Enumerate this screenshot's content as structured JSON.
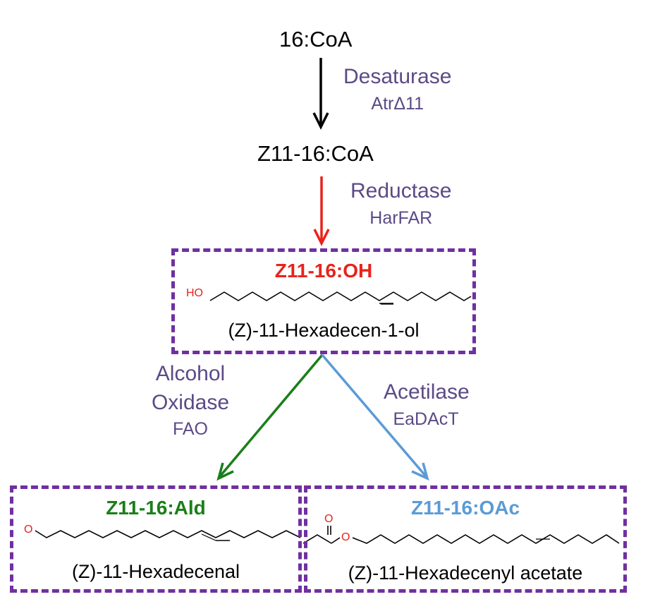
{
  "nodes": {
    "start": "16:CoA",
    "intermediate": "Z11-16:CoA"
  },
  "steps": {
    "desaturase": {
      "enzyme": "Desaturase",
      "gene": "AtrΔ11"
    },
    "reductase": {
      "enzyme": "Reductase",
      "gene": "HarFAR"
    },
    "oxidase": {
      "enzyme_line1": "Alcohol",
      "enzyme_line2": "Oxidase",
      "gene": "FAO"
    },
    "acetylase": {
      "enzyme": "Acetilase",
      "gene": "EaDAcT"
    }
  },
  "products": {
    "alcohol": {
      "code": "Z11-16:OH",
      "name": "(Z)-11-Hexadecen-1-ol",
      "group_label": "HO",
      "color": "#e8231b"
    },
    "aldehyde": {
      "code": "Z11-16:Ald",
      "name": "(Z)-11-Hexadecenal",
      "group_label": "O",
      "color": "#1a7f1a"
    },
    "acetate": {
      "code": "Z11-16:OAc",
      "name": "(Z)-11-Hexadecenyl acetate",
      "group_labels": [
        "O",
        "O"
      ],
      "color": "#5b9bd5"
    }
  },
  "colors": {
    "box_border": "#7030a0",
    "enzyme_text": "#5b4a86",
    "arrow_desaturase": "#000000",
    "arrow_reductase": "#e8231b",
    "arrow_oxidase": "#1a7f1a",
    "arrow_acetylase": "#5b9bd5"
  }
}
